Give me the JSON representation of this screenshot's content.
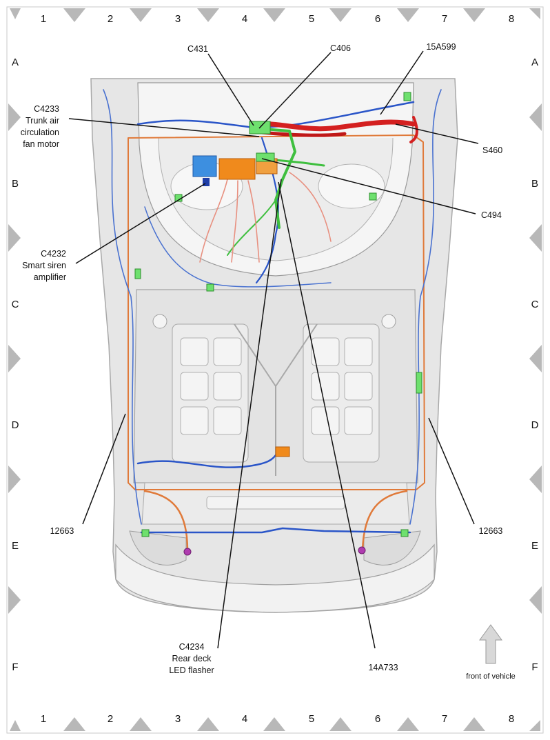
{
  "grid": {
    "columns": [
      "1",
      "2",
      "3",
      "4",
      "5",
      "6",
      "7",
      "8"
    ],
    "rows": [
      "A",
      "B",
      "C",
      "D",
      "E",
      "F"
    ]
  },
  "callouts": {
    "c431": "C431",
    "c406": "C406",
    "p15a599": "15A599",
    "c4233": [
      "C4233",
      "Trunk air",
      "circulation",
      "fan motor"
    ],
    "s460": "S460",
    "c494": "C494",
    "c4232": [
      "C4232",
      "Smart siren",
      "amplifier"
    ],
    "w12663_left": "12663",
    "w12663_right": "12663",
    "c4234": [
      "C4234",
      "Rear deck",
      "LED flasher"
    ],
    "p14a733": "14A733"
  },
  "orientation": {
    "label": "front of vehicle"
  },
  "colors": {
    "harness_blue": "#2a55c8",
    "harness_orange": "#e07a3a",
    "harness_red": "#d42020",
    "harness_green": "#3fbf3f",
    "module_orange": "#f08a1c",
    "module_blue": "#3d8fe0",
    "connector_green": "#6ee06e",
    "connector_purple": "#b03cb0",
    "border_gray": "#b4b4b4"
  }
}
